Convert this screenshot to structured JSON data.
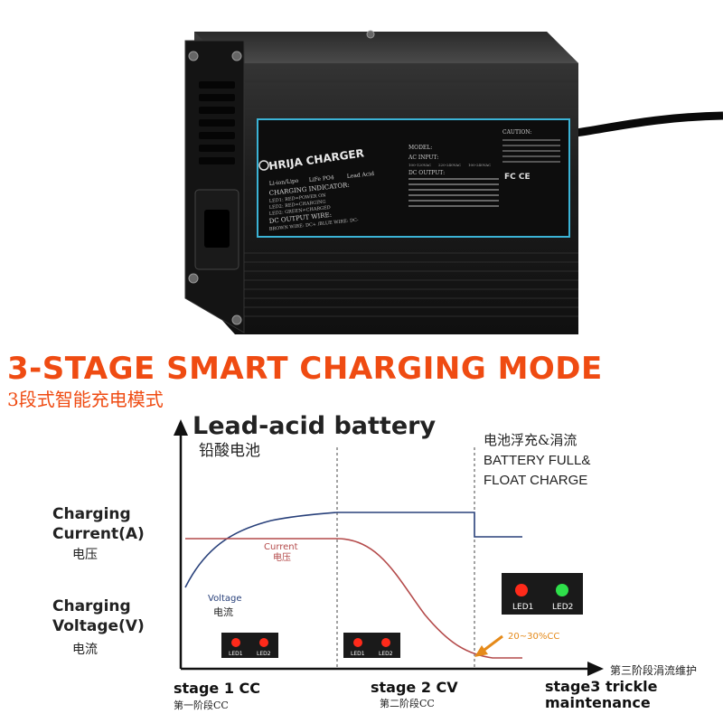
{
  "product": {
    "brand": "HRIJA CHARGER",
    "battery_types": [
      "Li-ion/Lipo",
      "LiFe PO4",
      "Lead Acid"
    ],
    "indicator_title": "CHARGING INDICATOR:",
    "indicator_lines": [
      "LED1: RED=POWER ON",
      "LED2: RED=CHARGING",
      "LED2: GREEN=CHARGED"
    ],
    "output_title": "DC OUTPUT WIRE:",
    "output_line": "BROWN WIRE: DC+ /BLUE WIRE: DC-",
    "model_label": "MODEL:",
    "ac_input_label": "AC INPUT:",
    "ac_options": [
      "100-120VAC",
      "220-240VAC",
      "100-240VAC"
    ],
    "dc_output_label": "DC OUTPUT:",
    "caution_label": "CAUTION:",
    "marks": "FC CE"
  },
  "headline": "3-STAGE SMART CHARGING MODE",
  "subheadline": "3段式智能充电模式",
  "chart_data": {
    "type": "line",
    "title": "Lead-acid battery",
    "title_cn": "铅酸电池",
    "ylabel_current": "Charging\nCurrent(A)",
    "ylabel_current_cn": "电压",
    "ylabel_voltage": "Charging\nVoltage(V)",
    "ylabel_voltage_cn": "电流",
    "full_note_cn": "电池浮充&涓流",
    "full_note_en": "BATTERY FULL&\nFLOAT CHARGE",
    "current_label": "Current",
    "current_label_cn": "电压",
    "voltage_label": "Voltage",
    "voltage_label_cn": "电流",
    "trickle_note": "20~30%CC",
    "axis_end_label": "第三阶段涓流维护",
    "stages": [
      {
        "en": "stage 1 CC",
        "cn": "第一阶段CC",
        "leds": [
          "red",
          "red"
        ]
      },
      {
        "en": "stage 2 CV",
        "cn": "第二阶段CC",
        "leds": [
          "red",
          "red"
        ]
      },
      {
        "en": "stage3 trickle\nmaintenance",
        "cn": "",
        "leds": [
          "red",
          "green"
        ]
      }
    ],
    "led_labels": [
      "LED1",
      "LED2"
    ]
  },
  "colors": {
    "headline": "#ef4b12",
    "current_line": "#b44a4a",
    "voltage_line": "#28407a",
    "arrow": "#e58a1a",
    "led_red": "#ff2a1a",
    "led_green": "#2ee04a"
  }
}
